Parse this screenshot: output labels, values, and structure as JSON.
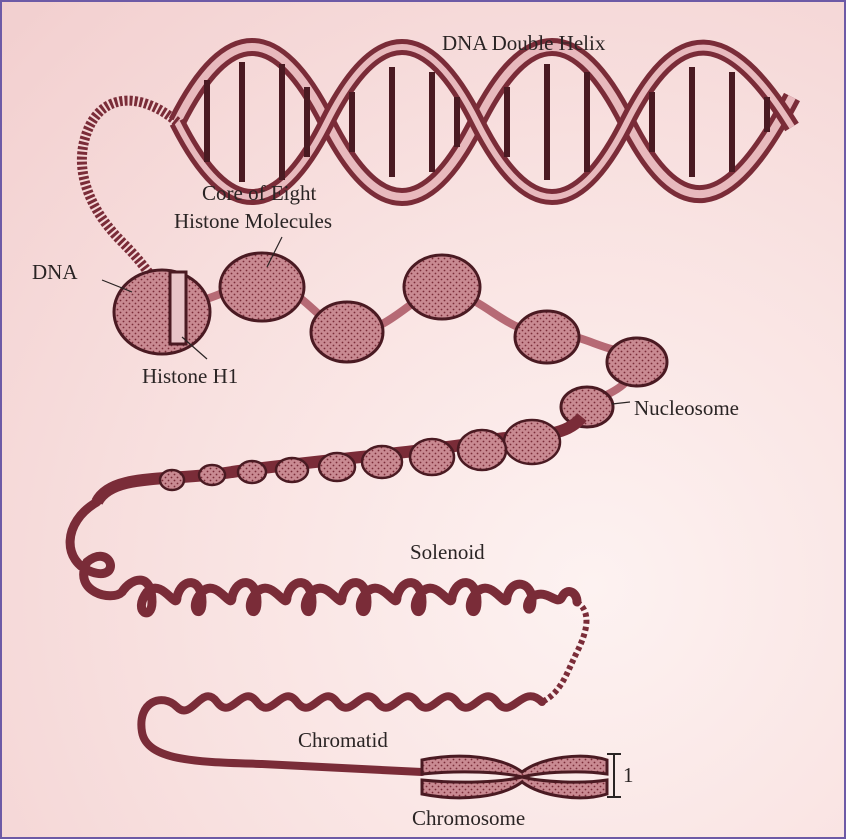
{
  "labels": {
    "dna_double_helix": "DNA Double Helix",
    "core_line1": "Core of Eight",
    "core_line2": "Histone Molecules",
    "dna": "DNA",
    "histone_h1": "Histone H1",
    "nucleosome": "Nucleosome",
    "solenoid": "Solenoid",
    "chromatid": "Chromatid",
    "chromosome": "Chromosome",
    "scale_marker": "1"
  },
  "colors": {
    "strand": "#7a2c38",
    "strand_fill": "#c98a92",
    "dark": "#4a1a22",
    "border": "#6d5aa6"
  }
}
